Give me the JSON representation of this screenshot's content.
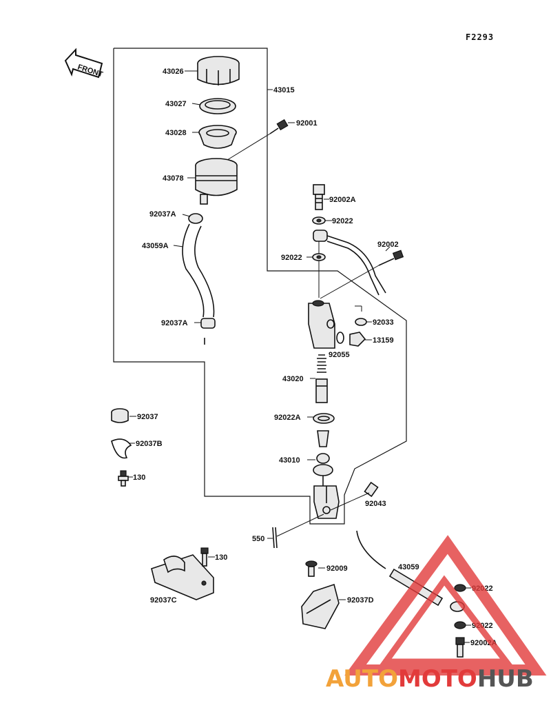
{
  "page_code": "F2293",
  "front_label": "FRONT",
  "watermark": {
    "part1": "AUTO",
    "part2": "MOTO",
    "part3": "HUB",
    "color1": "#f2a23a",
    "color2": "#e23b3b",
    "color3": "#555555"
  },
  "labels": {
    "p43026": "43026",
    "p43027": "43027",
    "p43028": "43028",
    "p43015": "43015",
    "p92001": "92001",
    "p43078": "43078",
    "p92037A_top": "92037A",
    "p43059A": "43059A",
    "p92037A_bot": "92037A",
    "p92002A_top": "92002A",
    "p92022_a": "92022",
    "p92002": "92002",
    "p92022_b": "92022",
    "p92033": "92033",
    "p13159": "13159",
    "p92055": "92055",
    "p43020": "43020",
    "p92022A": "92022A",
    "p43010": "43010",
    "p92043": "92043",
    "p550": "550",
    "p92037": "92037",
    "p92037B": "92037B",
    "p130_a": "130",
    "p130_b": "130",
    "p92037C": "92037C",
    "p92009": "92009",
    "p92037D": "92037D",
    "p43059": "43059",
    "p92022_c": "92022",
    "p92022_d": "92022",
    "p92002A_bot": "92002A"
  }
}
